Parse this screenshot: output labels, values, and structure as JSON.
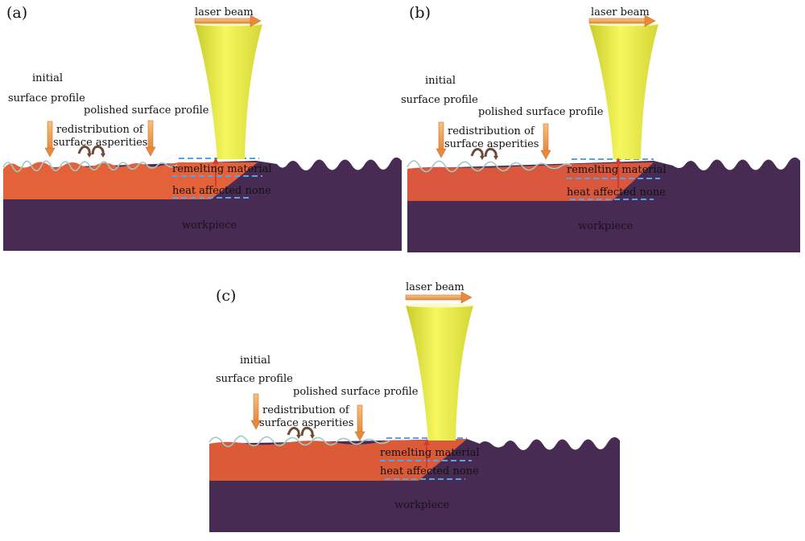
{
  "panels": [
    {
      "tag": "(a)",
      "labels": {
        "laser_beam": "laser beam",
        "initial_line1": "initial",
        "initial_line2": "surface profile",
        "polished": "polished surface profile",
        "redistribution_line1": "redistribution of",
        "redistribution_line2": "surface asperities",
        "remelting": "remelting material",
        "heat": "heat affected none",
        "workpiece": "workpiece"
      }
    },
    {
      "tag": "(b)",
      "labels": {
        "laser_beam": "laser beam",
        "initial_line1": "initial",
        "initial_line2": "surface profile",
        "polished": "polished surface profile",
        "redistribution_line1": "redistribution of",
        "redistribution_line2": "surface asperities",
        "remelting": "remelting material",
        "heat": "heat affected none",
        "workpiece": "workpiece"
      }
    },
    {
      "tag": "(c)",
      "labels": {
        "laser_beam": "laser beam",
        "initial_line1": "initial",
        "initial_line2": "surface profile",
        "polished": "polished surface profile",
        "redistribution_line1": "redistribution of",
        "redistribution_line2": "surface asperities",
        "remelting": "remelting material",
        "heat": "heat affected none",
        "workpiece": "workpiece"
      }
    }
  ],
  "colors": {
    "workpiece": "#472b52",
    "remelted": "#e4623a",
    "beam": "#ecee4c",
    "arrow": "#f0a050",
    "dashed": "#5aa0ea",
    "wave": "#9fc9c9",
    "redistribution_arrow": "#6e4a36"
  }
}
